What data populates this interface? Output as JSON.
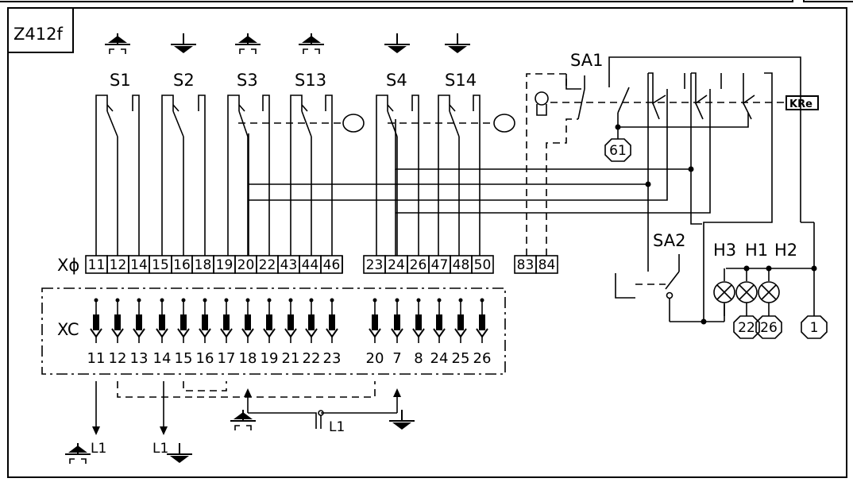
{
  "diagram_id": "Z412f",
  "switches": [
    "S1",
    "S2",
    "S3",
    "S13",
    "S4",
    "S14"
  ],
  "selector_1": "SA1",
  "selector_2": "SA2",
  "relay": "KRe",
  "lamps": [
    "H3",
    "H1",
    "H2"
  ],
  "wire_tags": {
    "sa1": "61",
    "h1": "22",
    "h2": "26",
    "supply": "1"
  },
  "terminal_block_label": "Xϕ",
  "terminal_block": [
    "11",
    "12",
    "14",
    "15",
    "16",
    "18",
    "19",
    "20",
    "22",
    "43",
    "44",
    "46",
    "23",
    "24",
    "26",
    "47",
    "48",
    "50",
    "83",
    "84"
  ],
  "connector_label": "XC",
  "connector_pins": [
    "11",
    "12",
    "13",
    "14",
    "15",
    "16",
    "17",
    "18",
    "19",
    "21",
    "22",
    "23",
    "20",
    "7",
    "8",
    "24",
    "25",
    "26"
  ],
  "ground_labels": [
    "L1",
    "L1",
    "L1"
  ]
}
